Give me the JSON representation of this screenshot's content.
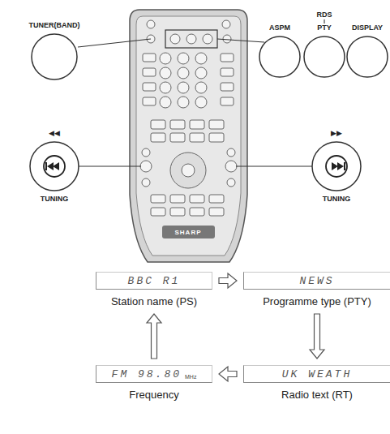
{
  "diagram": {
    "nodes": [
      {
        "text": [
          "TUNER(BAND)"
        ]
      },
      {
        "text": [
          "ASPM"
        ]
      },
      {
        "text": [
          "RDS",
          "PTY"
        ]
      },
      {
        "text": [
          "DISPLAY"
        ]
      },
      {
        "text": [
          "◀◀",
          "TUNING"
        ]
      },
      {
        "text": [
          "▶▶",
          "TUNING"
        ]
      },
      {
        "text": [
          "BBC R1",
          "Station name (PS)"
        ]
      },
      {
        "text": [
          "NEWS",
          "Programme type (PTY)"
        ]
      },
      {
        "text": [
          "FM 98.80",
          "MHz",
          "Frequency"
        ]
      },
      {
        "text": [
          "UK WEATH",
          "Radio text (RT)"
        ]
      }
    ],
    "edges": [
      {
        "from": 6,
        "to": 7,
        "arrow": "to"
      },
      {
        "from": 7,
        "to": 9,
        "arrow": "to"
      },
      {
        "from": 9,
        "to": 8,
        "arrow": "to"
      },
      {
        "from": 8,
        "to": 6,
        "arrow": "to"
      }
    ],
    "labels": [
      "SHARP"
    ]
  }
}
